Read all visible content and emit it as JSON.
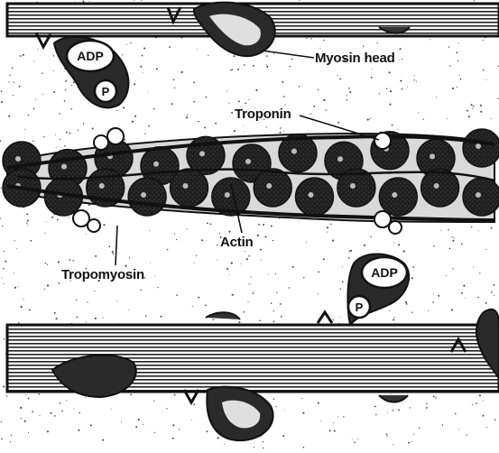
{
  "labels": {
    "myosin_head": "Myosin head",
    "troponin": "Troponin",
    "actin": "Actin",
    "tropomyosin": "Tropomyosin"
  },
  "caps": {
    "adp": "ADP",
    "phosphate": "P"
  },
  "colors": {
    "ink": "#111111",
    "paper": "#ffffff",
    "bead": "#1e1e1e",
    "stipple": "#444444"
  }
}
